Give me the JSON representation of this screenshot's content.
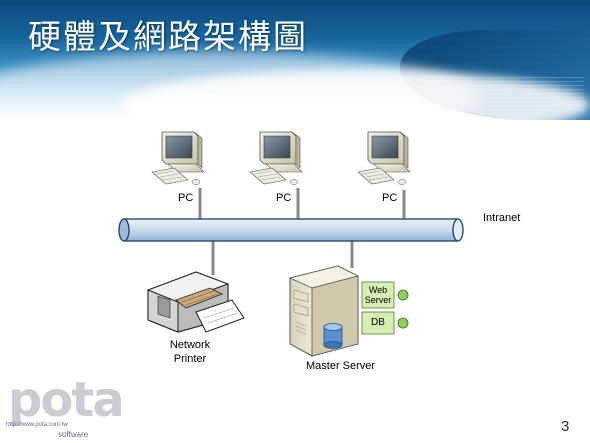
{
  "slide": {
    "title": "硬體及網路架構圖",
    "page_number": "3"
  },
  "diagram": {
    "pcs": [
      {
        "label": "PC"
      },
      {
        "label": "PC"
      },
      {
        "label": "PC"
      }
    ],
    "network": {
      "label": "Intranet"
    },
    "printer": {
      "label_line1": "Network",
      "label_line2": "Printer"
    },
    "server": {
      "label": "Master Server",
      "services": [
        {
          "label_line1": "Web",
          "label_line2": "Server"
        },
        {
          "label_line1": "DB"
        }
      ]
    }
  },
  "logo": {
    "brand": "pota",
    "url": "http://www.pota.com.tw",
    "tagline": "software"
  },
  "colors": {
    "banner_dark": "#0d4a7d",
    "pipe_fill": "#c8dcef",
    "service_box": "#d6eeb3",
    "service_knob": "#8fcf5a"
  }
}
